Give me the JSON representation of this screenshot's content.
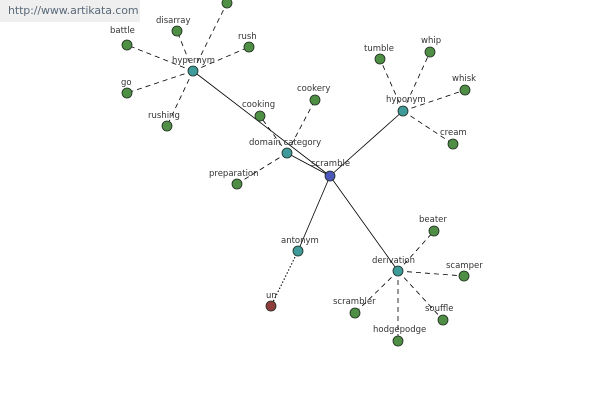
{
  "watermark": {
    "text": "http://www.artikata.com"
  },
  "colors": {
    "center": "#4b56b8",
    "relation": "#3f9a9a",
    "word": "#4e8f45",
    "antonym_word": "#8f3c3c"
  },
  "graph": {
    "nodes": [
      {
        "id": "scramble",
        "label": "scramble",
        "kind": "center",
        "icon": "center-node-icon"
      },
      {
        "id": "hypernym",
        "label": "hypernym",
        "kind": "relation",
        "icon": "relation-node-icon"
      },
      {
        "id": "hyponym",
        "label": "hyponym",
        "kind": "relation",
        "icon": "relation-node-icon"
      },
      {
        "id": "domain_category",
        "label": "domain category",
        "kind": "relation",
        "icon": "relation-node-icon"
      },
      {
        "id": "antonym",
        "label": "antonym",
        "kind": "relation",
        "icon": "relation-node-icon"
      },
      {
        "id": "derivation",
        "label": "derivation",
        "kind": "relation",
        "icon": "relation-node-icon"
      },
      {
        "id": "battle",
        "label": "battle",
        "kind": "word",
        "icon": "word-node-icon"
      },
      {
        "id": "disarray",
        "label": "disarray",
        "kind": "word",
        "icon": "word-node-icon"
      },
      {
        "id": "top_partial",
        "label": "",
        "kind": "word",
        "icon": "word-node-icon"
      },
      {
        "id": "rush",
        "label": "rush",
        "kind": "word",
        "icon": "word-node-icon"
      },
      {
        "id": "go",
        "label": "go",
        "kind": "word",
        "icon": "word-node-icon"
      },
      {
        "id": "rushing",
        "label": "rushing",
        "kind": "word",
        "icon": "word-node-icon"
      },
      {
        "id": "tumble",
        "label": "tumble",
        "kind": "word",
        "icon": "word-node-icon"
      },
      {
        "id": "whip",
        "label": "whip",
        "kind": "word",
        "icon": "word-node-icon"
      },
      {
        "id": "whisk",
        "label": "whisk",
        "kind": "word",
        "icon": "word-node-icon"
      },
      {
        "id": "cream",
        "label": "cream",
        "kind": "word",
        "icon": "word-node-icon"
      },
      {
        "id": "cookery",
        "label": "cookery",
        "kind": "word",
        "icon": "word-node-icon"
      },
      {
        "id": "cooking",
        "label": "cooking",
        "kind": "word",
        "icon": "word-node-icon"
      },
      {
        "id": "preparation",
        "label": "preparation",
        "kind": "word",
        "icon": "word-node-icon"
      },
      {
        "id": "un",
        "label": "un",
        "kind": "antonym_word",
        "icon": "word-node-icon"
      },
      {
        "id": "beater",
        "label": "beater",
        "kind": "word",
        "icon": "word-node-icon"
      },
      {
        "id": "scamper",
        "label": "scamper",
        "kind": "word",
        "icon": "word-node-icon"
      },
      {
        "id": "souffle",
        "label": "souffle",
        "kind": "word",
        "icon": "word-node-icon"
      },
      {
        "id": "hodgepodge",
        "label": "hodgepodge",
        "kind": "word",
        "icon": "word-node-icon"
      },
      {
        "id": "scrambler",
        "label": "scrambler",
        "kind": "word",
        "icon": "word-node-icon"
      }
    ],
    "edges": [
      {
        "from": "scramble",
        "to": "hypernym",
        "style": "solid"
      },
      {
        "from": "scramble",
        "to": "hyponym",
        "style": "solid"
      },
      {
        "from": "scramble",
        "to": "domain_category",
        "style": "solid"
      },
      {
        "from": "scramble",
        "to": "antonym",
        "style": "solid"
      },
      {
        "from": "scramble",
        "to": "derivation",
        "style": "solid"
      },
      {
        "from": "hypernym",
        "to": "battle",
        "style": "dashed"
      },
      {
        "from": "hypernym",
        "to": "disarray",
        "style": "dashed"
      },
      {
        "from": "hypernym",
        "to": "top_partial",
        "style": "dashed"
      },
      {
        "from": "hypernym",
        "to": "rush",
        "style": "dashed"
      },
      {
        "from": "hypernym",
        "to": "go",
        "style": "dashed"
      },
      {
        "from": "hypernym",
        "to": "rushing",
        "style": "dashed"
      },
      {
        "from": "hyponym",
        "to": "tumble",
        "style": "dashed"
      },
      {
        "from": "hyponym",
        "to": "whip",
        "style": "dashed"
      },
      {
        "from": "hyponym",
        "to": "whisk",
        "style": "dashed"
      },
      {
        "from": "hyponym",
        "to": "cream",
        "style": "dashed"
      },
      {
        "from": "domain_category",
        "to": "cookery",
        "style": "dashed"
      },
      {
        "from": "domain_category",
        "to": "cooking",
        "style": "dashed"
      },
      {
        "from": "domain_category",
        "to": "preparation",
        "style": "dashed"
      },
      {
        "from": "antonym",
        "to": "un",
        "style": "dotted"
      },
      {
        "from": "derivation",
        "to": "beater",
        "style": "dashed"
      },
      {
        "from": "derivation",
        "to": "scamper",
        "style": "dashed"
      },
      {
        "from": "derivation",
        "to": "souffle",
        "style": "dashed"
      },
      {
        "from": "derivation",
        "to": "hodgepodge",
        "style": "dashed"
      },
      {
        "from": "derivation",
        "to": "scrambler",
        "style": "dashed"
      }
    ]
  }
}
